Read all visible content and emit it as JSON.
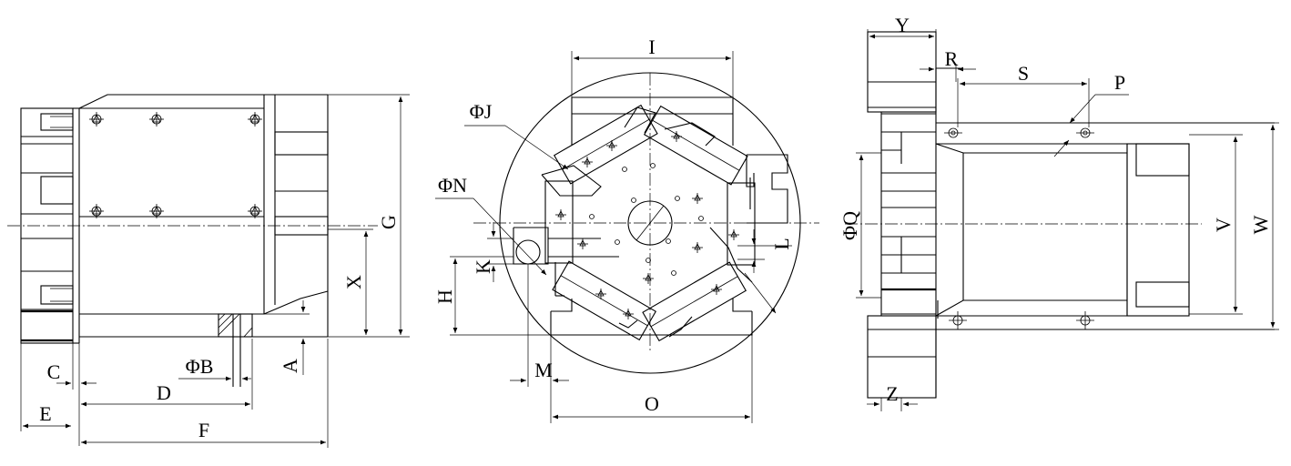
{
  "drawing": {
    "line_color": "#000000",
    "background": "#ffffff"
  },
  "dimensions": {
    "side_view": {
      "A": "A",
      "B": "ΦB",
      "C": "C",
      "D": "D",
      "E": "E",
      "F": "F",
      "G": "G",
      "X": "X"
    },
    "front_view": {
      "H": "H",
      "I": "I",
      "J": "ΦJ",
      "K": "K",
      "L": "L",
      "M": "M",
      "N": "ΦN",
      "O": "O"
    },
    "top_view": {
      "P": "P",
      "Q": "ΦQ",
      "R": "R",
      "S": "S",
      "V": "V",
      "W": "W",
      "Y": "Y",
      "Z": "Z"
    }
  }
}
